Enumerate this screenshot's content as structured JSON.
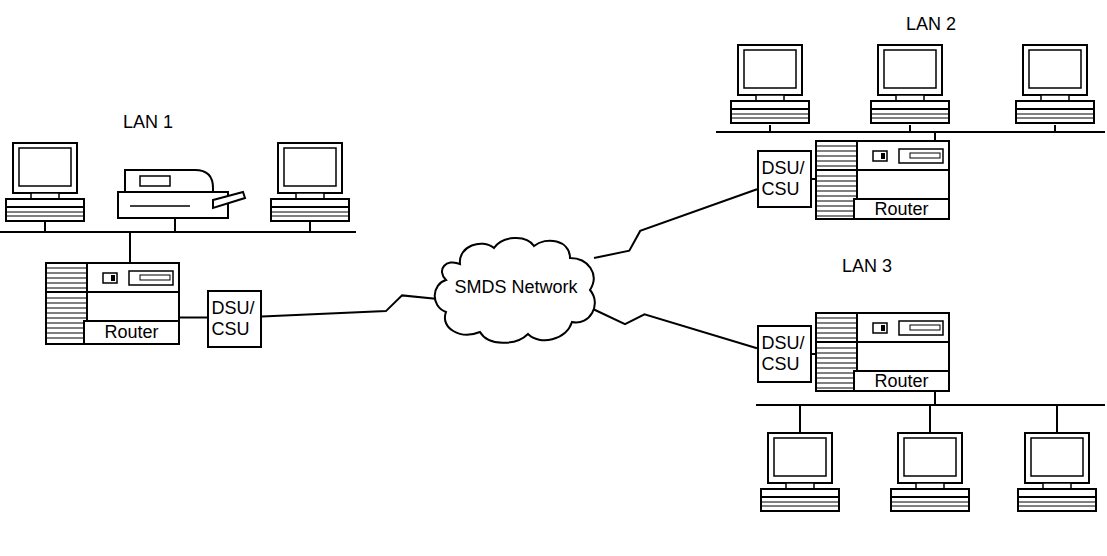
{
  "diagram": {
    "nodes": [
      {
        "text": [
          "Router"
        ]
      },
      {
        "text": [
          "DSU/ CSU"
        ]
      },
      {
        "text": [
          "SMDS Network"
        ]
      },
      {
        "text": [
          "DSU/ CSU"
        ]
      },
      {
        "text": [
          "Router"
        ]
      },
      {
        "text": [
          "DSU/ CSU"
        ]
      },
      {
        "text": [
          "Router"
        ]
      }
    ],
    "edges": [
      {
        "from": 0,
        "to": 1,
        "arrow": "none"
      },
      {
        "from": 1,
        "to": 2,
        "arrow": "none"
      },
      {
        "from": 2,
        "to": 3,
        "arrow": "none"
      },
      {
        "from": 3,
        "to": 4,
        "arrow": "none"
      },
      {
        "from": 2,
        "to": 5,
        "arrow": "none"
      },
      {
        "from": 5,
        "to": 6,
        "arrow": "none"
      }
    ],
    "labels": [
      "LAN 1",
      "LAN 2",
      "LAN 3"
    ]
  }
}
